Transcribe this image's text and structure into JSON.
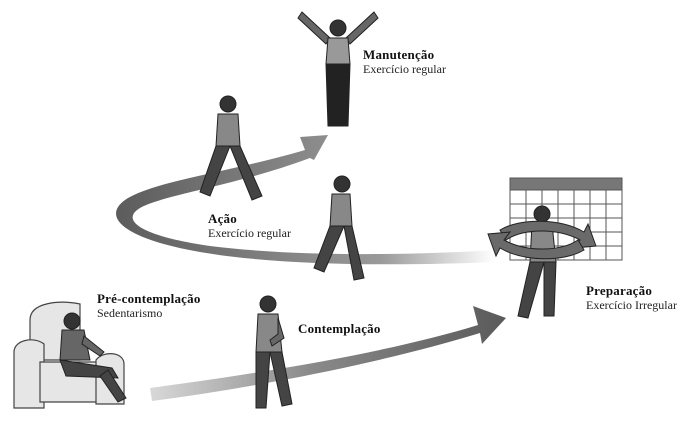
{
  "diagram": {
    "stages": [
      {
        "id": "precontemplacao",
        "title": "Pré-contemplação",
        "subtitle": "Sedentarismo"
      },
      {
        "id": "contemplacao",
        "title": "Contemplação",
        "subtitle": ""
      },
      {
        "id": "preparacao",
        "title": "Preparação",
        "subtitle": "Exercício Irregular"
      },
      {
        "id": "acao",
        "title": "Ação",
        "subtitle": "Exercício regular"
      },
      {
        "id": "manutencao",
        "title": "Manutenção",
        "subtitle": "Exercício regular"
      }
    ],
    "colors": {
      "arrow": "#6b6b6b",
      "arrow_dark": "#4a4a4a",
      "figure": "#555555",
      "figure_dark": "#222222"
    }
  }
}
